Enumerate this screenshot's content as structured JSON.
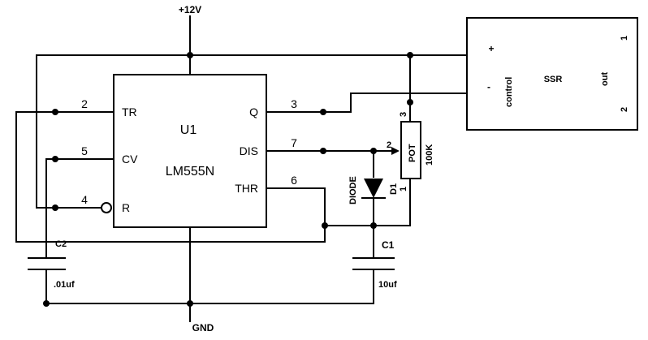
{
  "power": {
    "supply": "+12V",
    "ground": "GND"
  },
  "ic": {
    "ref": "U1",
    "part": "LM555N",
    "pins": {
      "tr": {
        "name": "TR",
        "num": "2"
      },
      "cv": {
        "name": "CV",
        "num": "5"
      },
      "r": {
        "name": "R",
        "num": "4"
      },
      "q": {
        "name": "Q",
        "num": "3"
      },
      "dis": {
        "name": "DIS",
        "num": "7"
      },
      "thr": {
        "name": "THR",
        "num": "6"
      }
    }
  },
  "pot": {
    "label": "POT",
    "value": "100K",
    "pins": {
      "top": "3",
      "wiper": "2",
      "bottom": "1"
    }
  },
  "diode": {
    "label": "DIODE",
    "ref": "D1"
  },
  "c1": {
    "ref": "C1",
    "value": "10uf"
  },
  "c2": {
    "ref": "C2",
    "value": ".01uf"
  },
  "ssr": {
    "label": "SSR",
    "control": "control",
    "out": "out",
    "plus": "+",
    "minus": "-",
    "pin1": "1",
    "pin2": "2"
  }
}
